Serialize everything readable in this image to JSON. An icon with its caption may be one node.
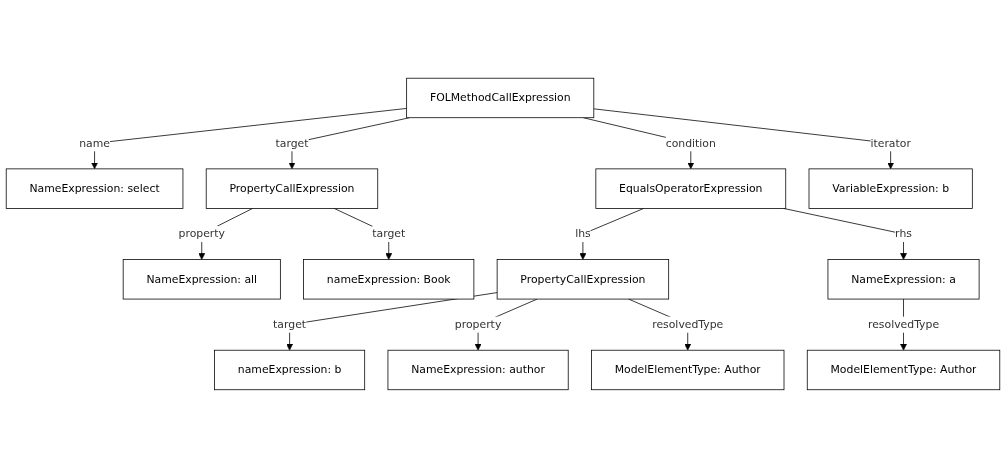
{
  "diagram": {
    "nodes": [
      {
        "text": [
          "NameExpression: all"
        ]
      },
      {
        "text": [
          "NameExpression: select"
        ]
      },
      {
        "text": [
          "PropertyCallExpression"
        ]
      },
      {
        "text": [
          "FOLMethodCallExpression"
        ]
      },
      {
        "text": [
          "EqualsOperatorExpression"
        ]
      },
      {
        "text": [
          "nameExpression: Book"
        ]
      },
      {
        "text": [
          "VariableExpression: b"
        ]
      },
      {
        "text": [
          "nameExpression: b"
        ]
      },
      {
        "text": [
          "PropertyCallExpression"
        ]
      },
      {
        "text": [
          "NameExpression: a"
        ]
      },
      {
        "text": [
          "NameExpression: author"
        ]
      },
      {
        "text": [
          "ModelElementType: Author"
        ]
      },
      {
        "text": [
          "ModelElementType: Author"
        ]
      }
    ],
    "edges": [
      {
        "from": 3,
        "to": 2,
        "arrow": "to",
        "label": "target"
      },
      {
        "from": 3,
        "to": 1,
        "arrow": "to",
        "label": "name"
      },
      {
        "from": 3,
        "to": 4,
        "arrow": "to",
        "label": "condition"
      },
      {
        "from": 3,
        "to": 6,
        "arrow": "to",
        "label": "iterator"
      },
      {
        "from": 2,
        "to": 0,
        "arrow": "to",
        "label": "property"
      },
      {
        "from": 2,
        "to": 5,
        "arrow": "to",
        "label": "target"
      },
      {
        "from": 4,
        "to": 8,
        "arrow": "to",
        "label": "lhs"
      },
      {
        "from": 4,
        "to": 9,
        "arrow": "to",
        "label": "rhs"
      },
      {
        "from": 8,
        "to": 7,
        "arrow": "to",
        "label": "target"
      },
      {
        "from": 8,
        "to": 10,
        "arrow": "to",
        "label": "property"
      },
      {
        "from": 8,
        "to": 11,
        "arrow": "to",
        "label": "resolvedType"
      },
      {
        "from": 9,
        "to": 12,
        "arrow": "to",
        "label": "resolvedType"
      }
    ]
  }
}
